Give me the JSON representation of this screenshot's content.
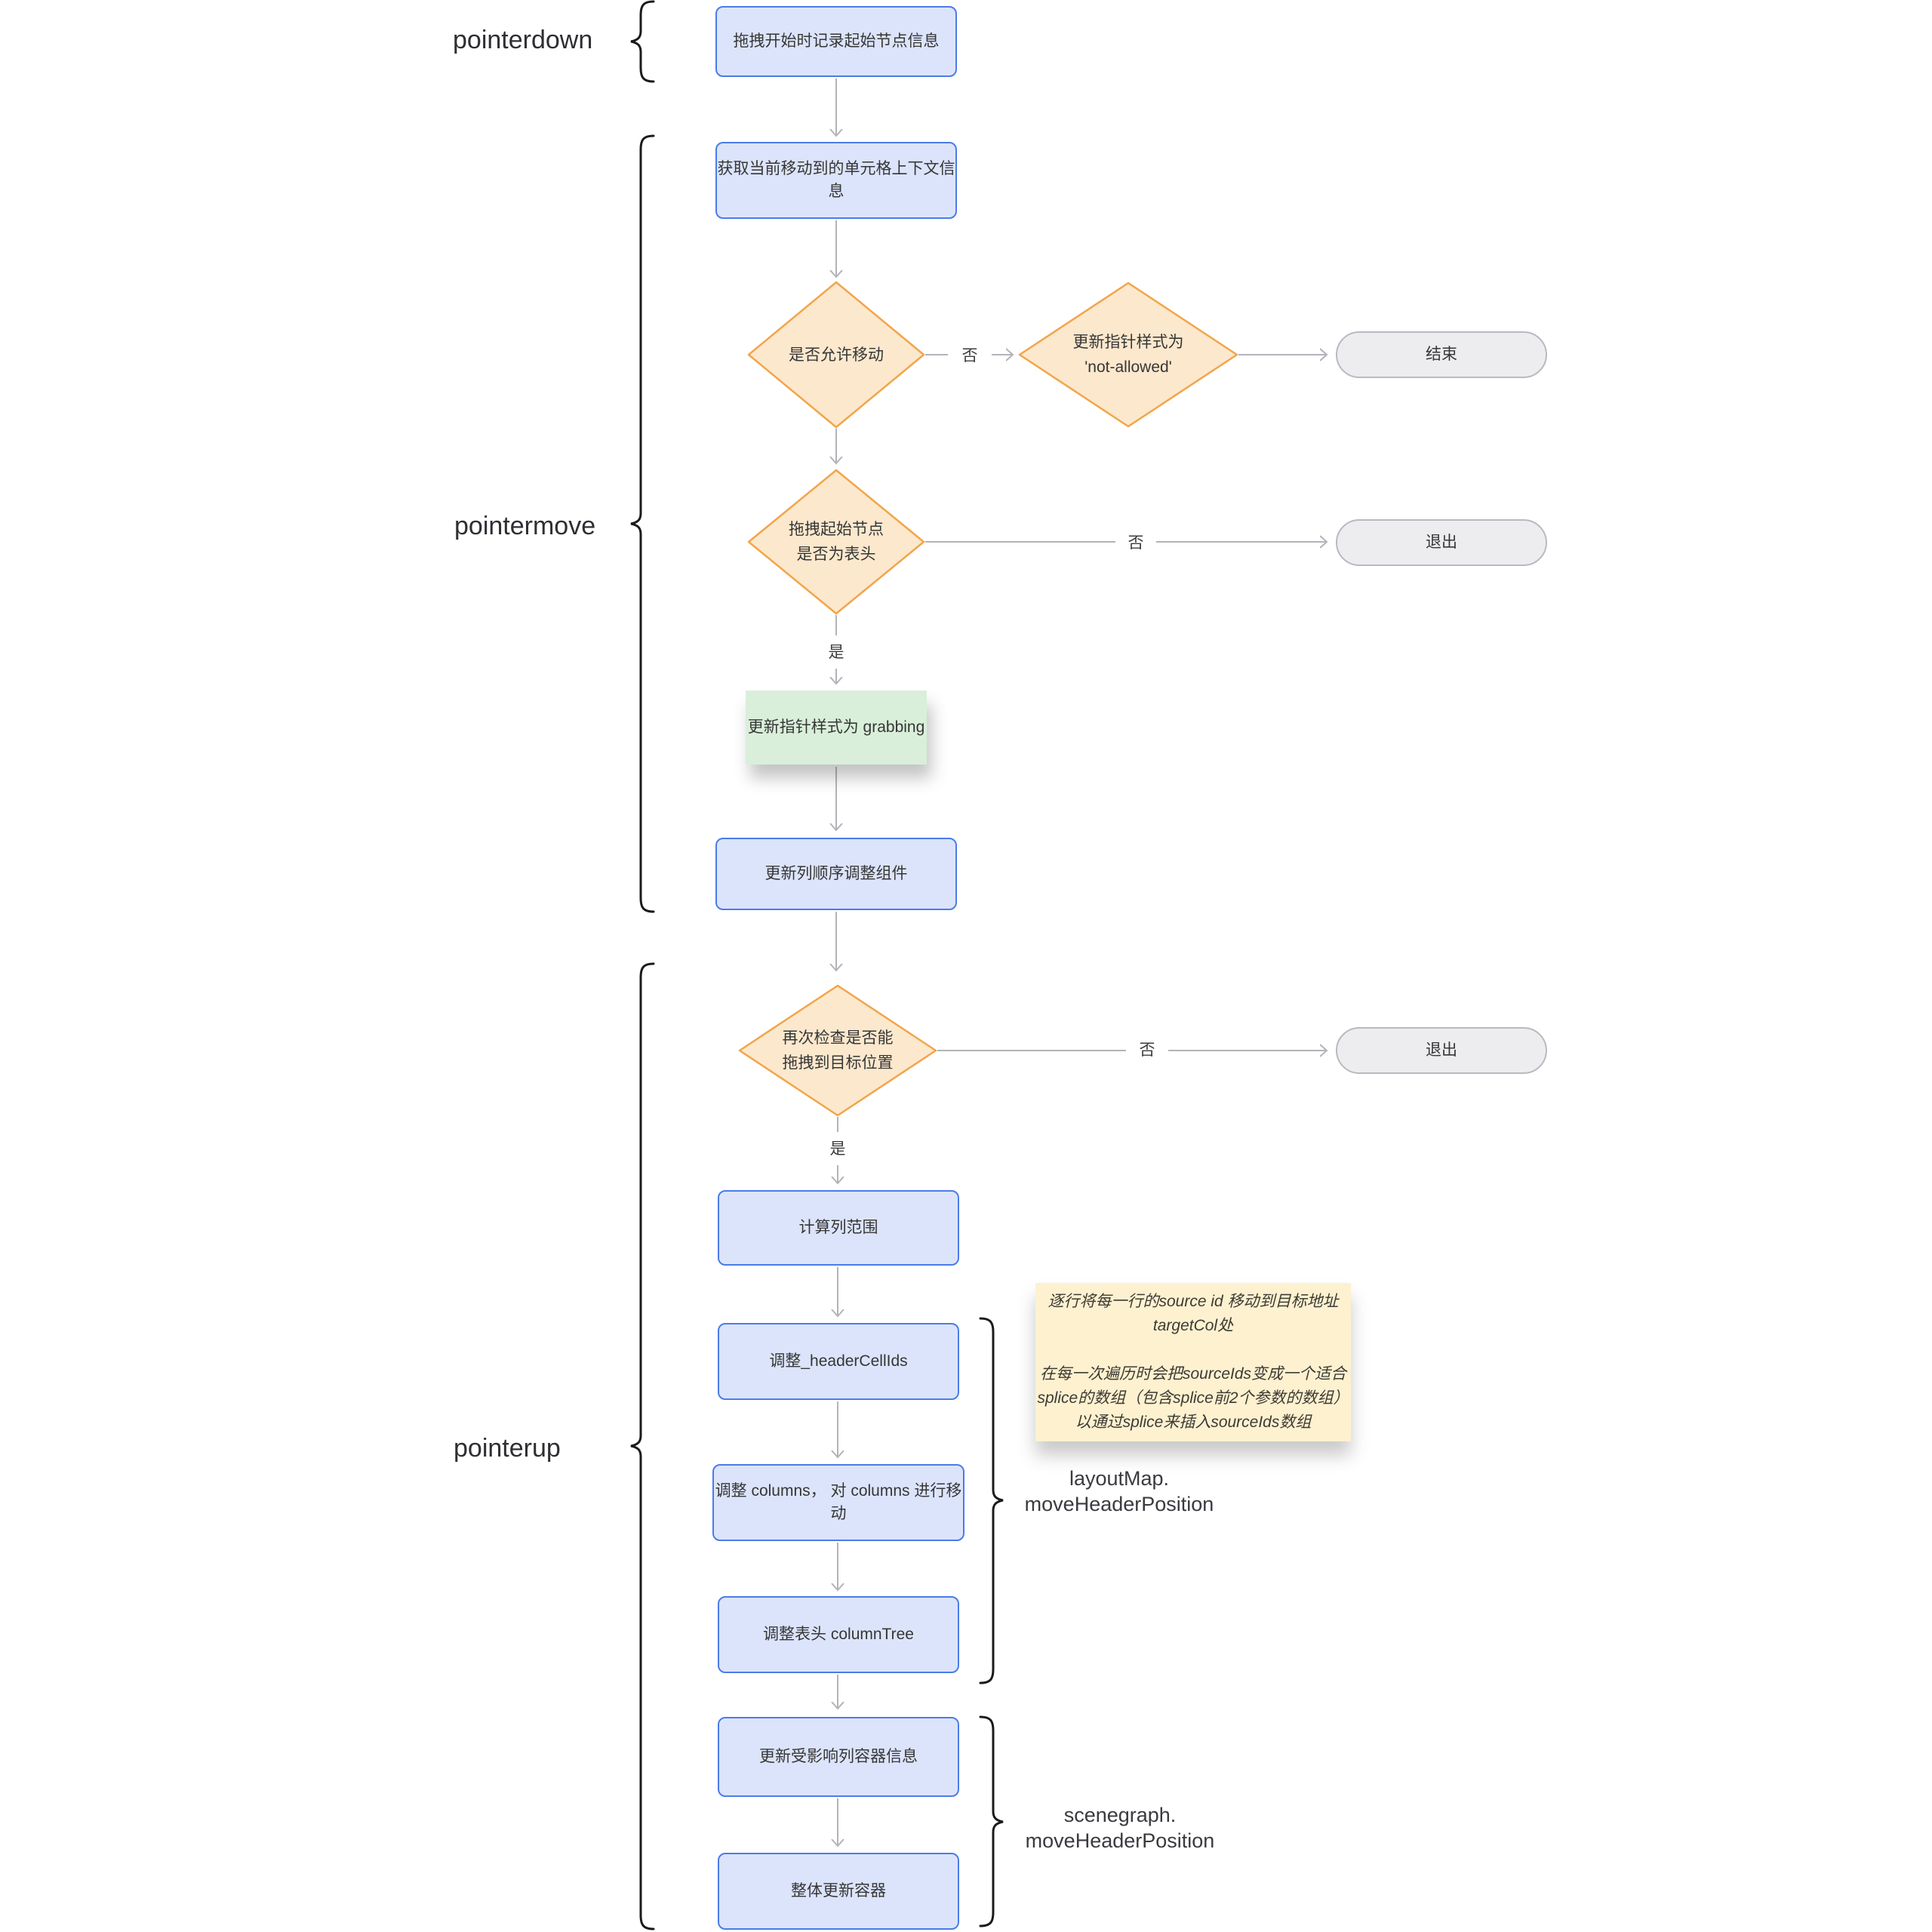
{
  "colors": {
    "process-fill": "#dce4fb",
    "process-border": "#4b7ce8",
    "decision-fill": "#fce8cd",
    "decision-border": "#f2a54a",
    "terminal-fill": "#ededf0",
    "terminal-border": "#b9b9c0",
    "highlight-fill": "#d9efda",
    "note-fill": "#fdf1d0",
    "edge": "#b3b3b9",
    "text": "#363636",
    "label-text": "#2e2e33"
  },
  "event_labels": {
    "pointerdown": "pointerdown",
    "pointermove": "pointermove",
    "pointerup": "pointerup"
  },
  "nodes": {
    "record_start_info": "拖拽开始时记录起始节点信息",
    "get_cell_context": "获取当前移动到的单元格上下文信息",
    "allow_move_check": "是否允许移动",
    "set_cursor_not_allowed": "更新指针样式为\n'not-allowed'",
    "end_terminal": "结束",
    "drag_node_is_header_check": "拖拽起始节点\n是否为表头",
    "exit_terminal_1": "退出",
    "set_cursor_grabbing": "更新指针样式为 grabbing",
    "update_column_order_component": "更新列顺序调整组件",
    "recheck_can_drop_check": "再次检查是否能\n拖拽到目标位置",
    "exit_terminal_2": "退出",
    "compute_column_range": "计算列范围",
    "adjust_header_cell_ids": "调整_headerCellIds",
    "adjust_columns": "调整 columns， 对 columns 进行移动",
    "adjust_column_tree": "调整表头 columnTree",
    "update_affected_column_containers": "更新受影响列容器信息",
    "update_whole_container": "整体更新容器"
  },
  "edge_labels": {
    "allow_move_no": "否",
    "is_header_no": "否",
    "is_header_yes": "是",
    "recheck_no": "否",
    "recheck_yes": "是"
  },
  "group_labels": {
    "layout_map": "layoutMap.\nmoveHeaderPosition",
    "scenegraph": "scenegraph.\nmoveHeaderPosition"
  },
  "note": {
    "text": "逐行将每一行的source id 移动到目标地址\ntargetCol处\n\n在每一次遍历时会把sourceIds变成一个适合\nsplice的数组（包含splice前2个参数的数组）\n以通过splice来插入sourceIds数组"
  }
}
